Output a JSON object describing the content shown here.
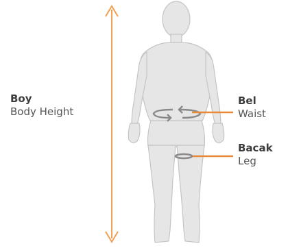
{
  "labels": {
    "height": {
      "tr": "Boy",
      "en": "Body Height"
    },
    "waist": {
      "tr": "Bel",
      "en": "Waist"
    },
    "leg": {
      "tr": "Bacak",
      "en": "Leg"
    }
  },
  "colors": {
    "accent": "#f0a050",
    "pointer": "#e8893a",
    "figure_fill": "#e6e6e6",
    "figure_stroke": "#c4c4c4",
    "text": "#4a4a4a"
  }
}
